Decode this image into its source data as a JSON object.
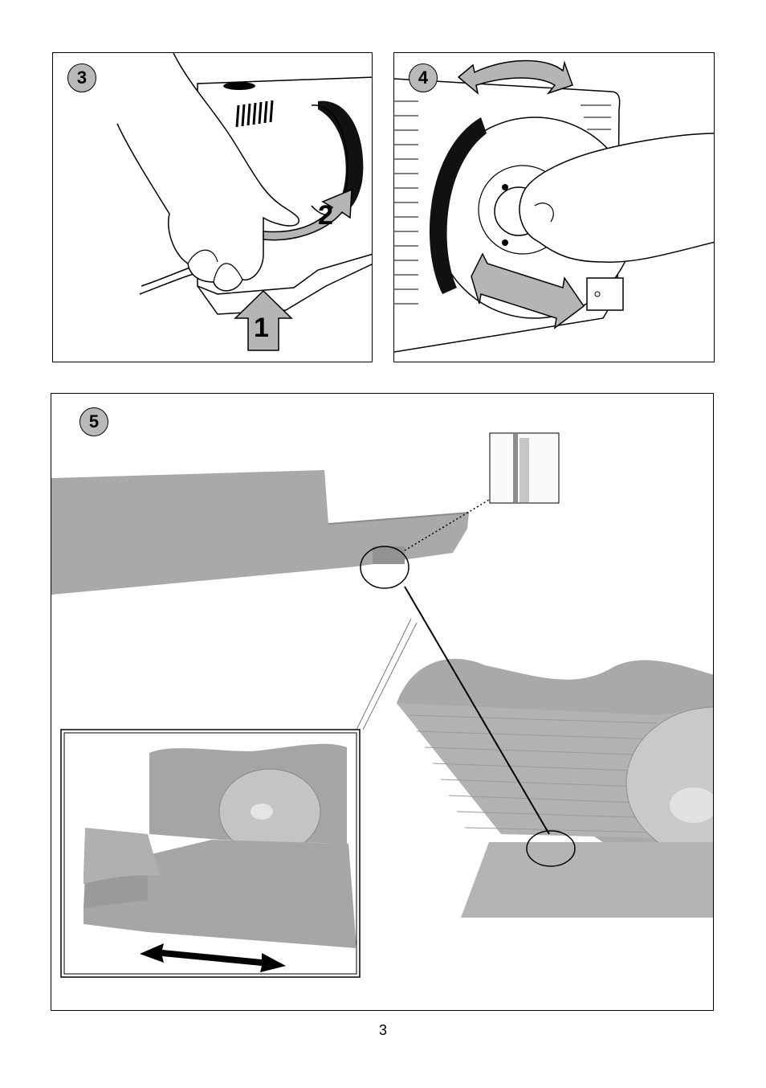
{
  "figures": [
    {
      "step": "3",
      "arrow_labels": [
        "1",
        "2"
      ]
    },
    {
      "step": "4"
    },
    {
      "step": "5"
    }
  ],
  "page_number": "3",
  "colors": {
    "arrow_fill": "#b5b5b5",
    "badge_fill": "#b9b9b9",
    "photo_gray": "#a9a9a9",
    "blade_dark": "#111111"
  }
}
